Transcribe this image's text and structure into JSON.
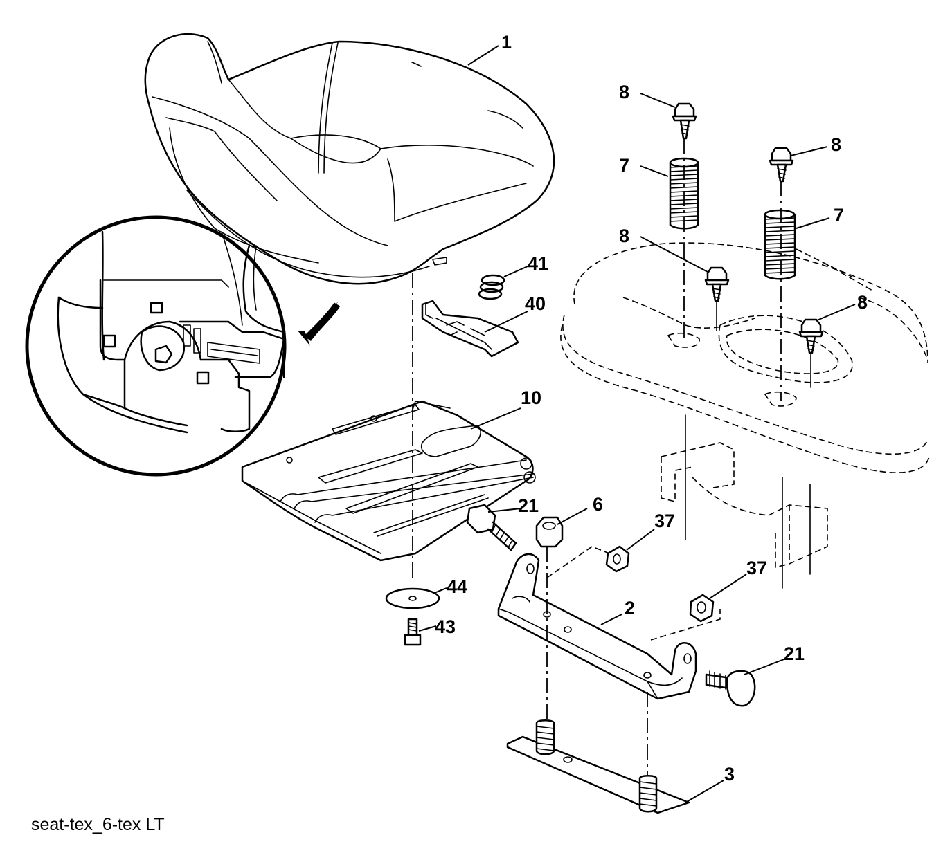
{
  "caption": "seat-tex_6-tex LT",
  "callouts": {
    "c1": "1",
    "c2": "2",
    "c3": "3",
    "c6": "6",
    "c7a": "7",
    "c7b": "7",
    "c8a": "8",
    "c8b": "8",
    "c8c": "8",
    "c8d": "8",
    "c10": "10",
    "c21a": "21",
    "c21b": "21",
    "c37a": "37",
    "c37b": "37",
    "c40": "40",
    "c41": "41",
    "c43": "43",
    "c44": "44"
  }
}
